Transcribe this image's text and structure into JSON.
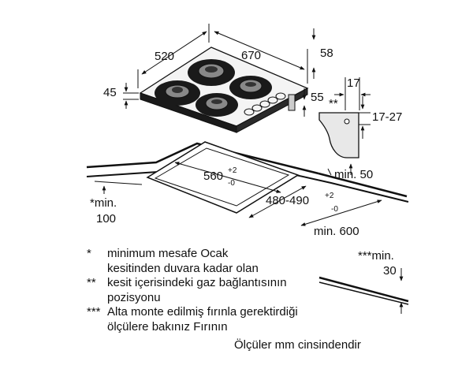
{
  "dimensions": {
    "depth": "520",
    "width": "670",
    "right_clearance": "58",
    "height_total": "45",
    "height_right": "55",
    "bracket_width": "17",
    "bracket_range": "17-27",
    "bracket_mark": "**",
    "cutout_width": "560",
    "cutout_width_tol_top": "+2",
    "cutout_width_tol_bottom": "-0",
    "cutout_depth": "480-490",
    "cutout_depth_tol_top": "+2",
    "cutout_depth_tol_bottom": "-0",
    "min_50": "min. 50",
    "min_100_line1": "*min.",
    "min_100_line2": "100",
    "min_600": "min. 600",
    "min_30_line1": "***min.",
    "min_30_line2": "30"
  },
  "notes": [
    {
      "mark": "*",
      "lines": [
        "minimum mesafe Ocak",
        "kesitinden duvara kadar olan"
      ]
    },
    {
      "mark": "**",
      "lines": [
        "kesit içerisindeki gaz bağlantısının",
        "pozisyonu"
      ]
    },
    {
      "mark": "***",
      "lines": [
        "Alta monte edilmiş fırınla gerektirdiği",
        "ölçülere bakınız Fırının"
      ]
    }
  ],
  "footer": "Ölçüler mm cinsindendir"
}
